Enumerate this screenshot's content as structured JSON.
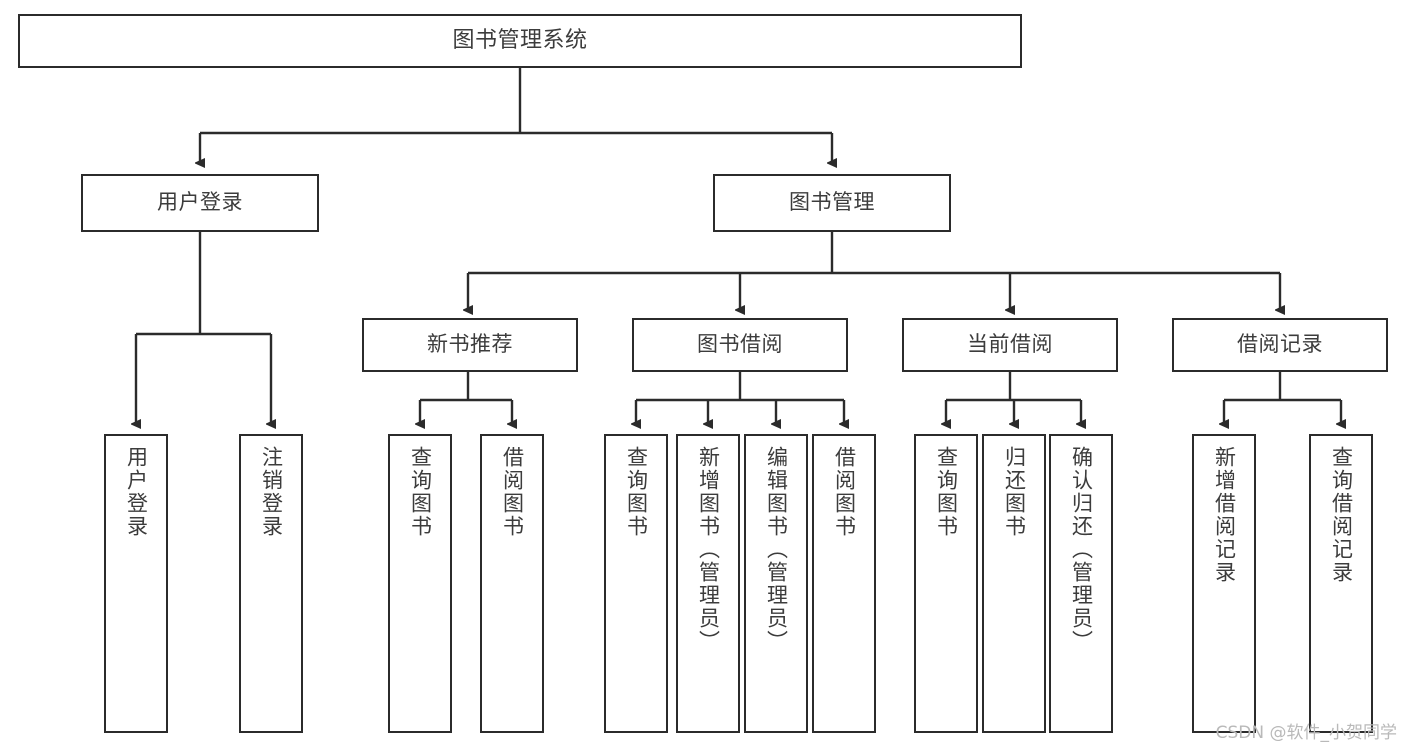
{
  "diagram": {
    "title": "图书管理系统",
    "type": "tree-hierarchy-diagram",
    "watermark": "CSDN @软件_小贺同学",
    "colors": {
      "background": "#ffffff",
      "box_border": "#2b2b2b",
      "text": "#3c3c3c",
      "edge": "#2b2b2b",
      "watermark": "#b9b9b9"
    },
    "nodes": {
      "root": {
        "label": "图书管理系统",
        "level": 1
      },
      "level2": [
        {
          "id": "user-login",
          "label": "用户登录"
        },
        {
          "id": "book-management",
          "label": "图书管理"
        }
      ],
      "level3": [
        {
          "id": "new-book-recommend",
          "label": "新书推荐"
        },
        {
          "id": "book-borrow",
          "label": "图书借阅"
        },
        {
          "id": "current-borrow",
          "label": "当前借阅"
        },
        {
          "id": "borrow-record",
          "label": "借阅记录"
        }
      ],
      "leaves": {
        "user-login": [
          {
            "id": "leaf-user-login",
            "label": "用户登录"
          },
          {
            "id": "leaf-logout",
            "label": "注销登录"
          }
        ],
        "new-book-recommend": [
          {
            "id": "leaf-query-book-1",
            "label": "查询图书"
          },
          {
            "id": "leaf-borrow-book-1",
            "label": "借阅图书"
          }
        ],
        "book-borrow": [
          {
            "id": "leaf-query-book-2",
            "label": "查询图书"
          },
          {
            "id": "leaf-add-book",
            "label": "新增图书（管理员）"
          },
          {
            "id": "leaf-edit-book",
            "label": "编辑图书（管理员）"
          },
          {
            "id": "leaf-borrow-book-2",
            "label": "借阅图书"
          }
        ],
        "current-borrow": [
          {
            "id": "leaf-query-book-3",
            "label": "查询图书"
          },
          {
            "id": "leaf-return-book",
            "label": "归还图书"
          },
          {
            "id": "leaf-confirm-return",
            "label": "确认归还（管理员）"
          }
        ],
        "borrow-record": [
          {
            "id": "leaf-add-record",
            "label": "新增借阅记录"
          },
          {
            "id": "leaf-query-record",
            "label": "查询借阅记录"
          }
        ]
      }
    }
  }
}
